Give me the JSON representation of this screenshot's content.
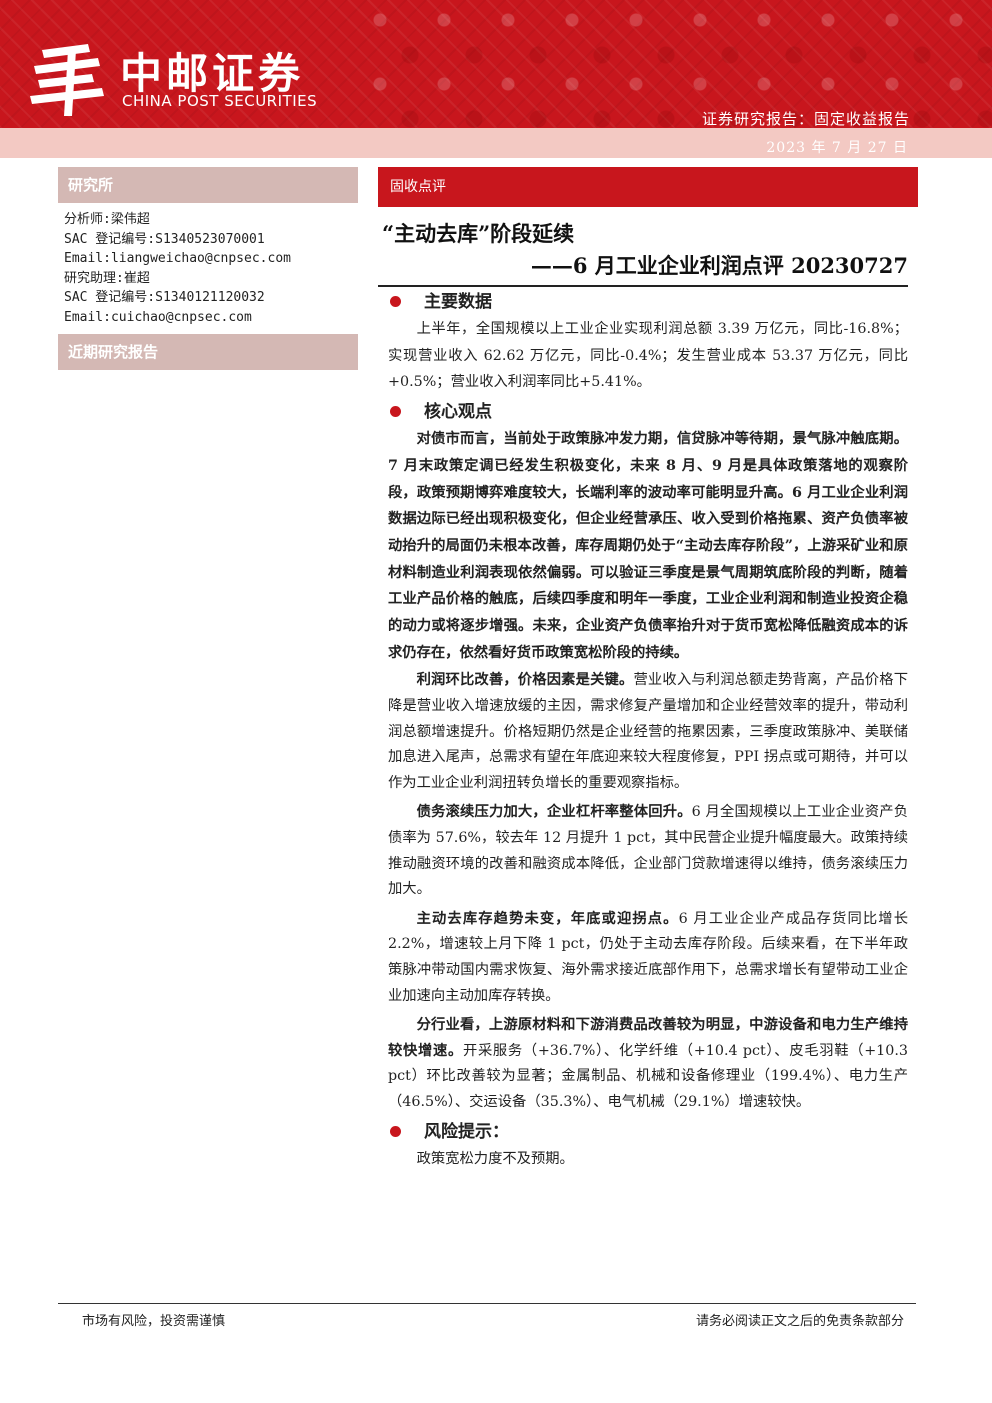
{
  "header": {
    "logo_cn": "中邮证券",
    "logo_en": "CHINA POST SECURITIES",
    "report_type": "证券研究报告：固定收益报告",
    "date": "2023 年 7 月 27 日"
  },
  "sidebar": {
    "institute_label": "研究所",
    "analyst_lines": [
      "分析师:梁伟超",
      "SAC 登记编号:S1340523070001",
      "Email:liangweichao@cnpsec.com",
      "研究助理:崔超",
      "SAC 登记编号:S1340121120032",
      "Email:cuichao@cnpsec.com"
    ],
    "recent_reports_label": "近期研究报告"
  },
  "main": {
    "tag": "固收点评",
    "title": "“主动去库”阶段延续",
    "subtitle": "——6 月工业企业利润点评 20230727",
    "sections": {
      "key_data": {
        "heading": "主要数据",
        "text": "上半年，全国规模以上工业企业实现利润总额 3.39 万亿元，同比-16.8%；实现营业收入 62.62 万亿元，同比-0.4%；发生营业成本 53.37 万亿元，同比+0.5%；营业收入利润率同比+5.41%。"
      },
      "core_view": {
        "heading": "核心观点",
        "summary": "对债市而言，当前处于政策脉冲发力期，信贷脉冲等待期，景气脉冲触底期。7 月末政策定调已经发生积极变化，未来 8 月、9 月是具体政策落地的观察阶段，政策预期博弈难度较大，长端利率的波动率可能明显升高。6 月工业企业利润数据边际已经出现积极变化，但企业经营承压、收入受到价格拖累、资产负债率被动抬升的局面仍未根本改善，库存周期仍处于“主动去库存阶段”，上游采矿业和原材料制造业利润表现依然偏弱。可以验证三季度是景气周期筑底阶段的判断，随着工业产品价格的触底，后续四季度和明年一季度，工业企业利润和制造业投资企稳的动力或将逐步增强。未来，企业资产负债率抬升对于货币宽松降低融资成本的诉求仍存在，依然看好货币政策宽松阶段的持续。",
        "p1_lead": "利润环比改善，价格因素是关键。",
        "p1_body": "营业收入与利润总额走势背离，产品价格下降是营业收入增速放缓的主因，需求修复产量增加和企业经营效率的提升，带动利润总额增速提升。价格短期仍然是企业经营的拖累因素，三季度政策脉冲、美联储加息进入尾声，总需求有望在年底迎来较大程度修复，PPI 拐点或可期待，并可以作为工业企业利润扭转负增长的重要观察指标。",
        "p2_lead": "债务滚续压力加大，企业杠杆率整体回升。",
        "p2_body": "6 月全国规模以上工业企业资产负债率为 57.6%，较去年 12 月提升 1 pct，其中民营企业提升幅度最大。政策持续推动融资环境的改善和融资成本降低，企业部门贷款增速得以维持，债务滚续压力加大。",
        "p3_lead": "主动去库存趋势未变，年底或迎拐点。",
        "p3_body": "6 月工业企业产成品存货同比增长 2.2%，增速较上月下降 1 pct，仍处于主动去库存阶段。后续来看，在下半年政策脉冲带动国内需求恢复、海外需求接近底部作用下，总需求增长有望带动工业企业加速向主动加库存转换。",
        "p4_lead": "分行业看，上游原材料和下游消费品改善较为明显，中游设备和电力生产维持较快增速。",
        "p4_body": "开采服务（+36.7%）、化学纤维（+10.4 pct）、皮毛羽鞋（+10.3 pct）环比改善较为显著；金属制品、机械和设备修理业（199.4%）、电力生产（46.5%）、交运设备（35.3%）、电气机械（29.1%）增速较快。"
      },
      "risk": {
        "heading": "风险提示：",
        "text": "政策宽松力度不及预期。"
      }
    }
  },
  "footer": {
    "left": "市场有风险，投资需谨慎",
    "right": "请务必阅读正文之后的免责条款部分"
  },
  "colors": {
    "brand_red": "#c8161d",
    "band_pink": "#f3c9c3",
    "sidebar_head": "#d4b8b4"
  }
}
